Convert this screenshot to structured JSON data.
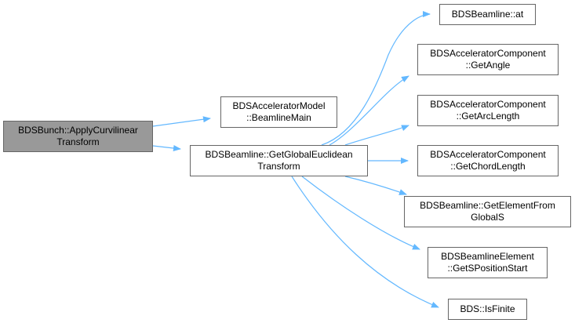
{
  "colors": {
    "edge": "#63b8ff",
    "root_fill": "#999999",
    "node_border": "#666666"
  },
  "nodes": {
    "root": {
      "line1": "BDSBunch::ApplyCurvilinear",
      "line2": "Transform"
    },
    "model": {
      "line1": "BDSAcceleratorModel",
      "line2": "::BeamlineMain"
    },
    "gget": {
      "line1": "BDSBeamline::GetGlobalEuclidean",
      "line2": "Transform"
    },
    "at": {
      "line1": "BDSBeamline::at"
    },
    "angle": {
      "line1": "BDSAcceleratorComponent",
      "line2": "::GetAngle"
    },
    "arc": {
      "line1": "BDSAcceleratorComponent",
      "line2": "::GetArcLength"
    },
    "chord": {
      "line1": "BDSAcceleratorComponent",
      "line2": "::GetChordLength"
    },
    "elem": {
      "line1": "BDSBeamline::GetElementFrom",
      "line2": "GlobalS"
    },
    "spos": {
      "line1": "BDSBeamlineElement",
      "line2": "::GetSPositionStart"
    },
    "fin": {
      "line1": "BDS::IsFinite"
    }
  },
  "edges": [
    [
      "root",
      "model"
    ],
    [
      "root",
      "gget"
    ],
    [
      "gget",
      "at"
    ],
    [
      "gget",
      "angle"
    ],
    [
      "gget",
      "arc"
    ],
    [
      "gget",
      "chord"
    ],
    [
      "gget",
      "elem"
    ],
    [
      "gget",
      "spos"
    ],
    [
      "gget",
      "fin"
    ]
  ]
}
